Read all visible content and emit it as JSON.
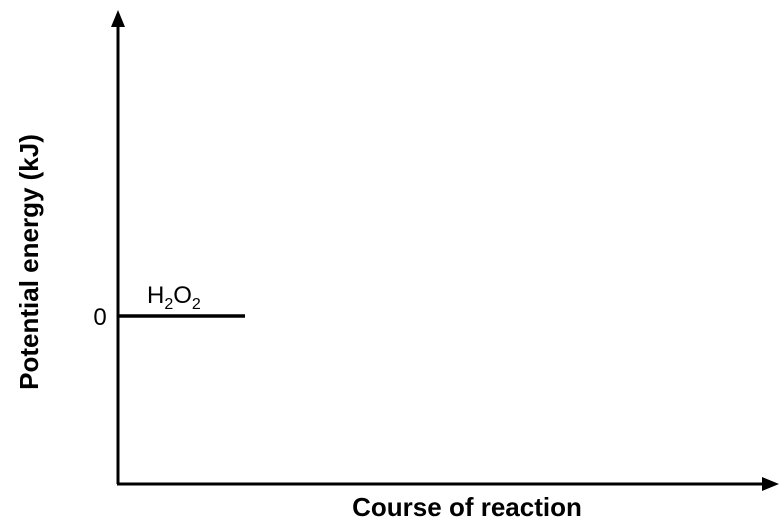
{
  "diagram": {
    "y_axis_label": "Potential energy (kJ)",
    "x_axis_label": "Course of reaction",
    "zero_tick_label": "0",
    "species_label": {
      "parts": [
        {
          "text": "H",
          "sub": false
        },
        {
          "text": "2",
          "sub": true
        },
        {
          "text": "O",
          "sub": false
        },
        {
          "text": "2",
          "sub": true
        }
      ]
    },
    "energy_level": 0,
    "colors": {
      "line": "#000000",
      "background": "#ffffff"
    }
  }
}
